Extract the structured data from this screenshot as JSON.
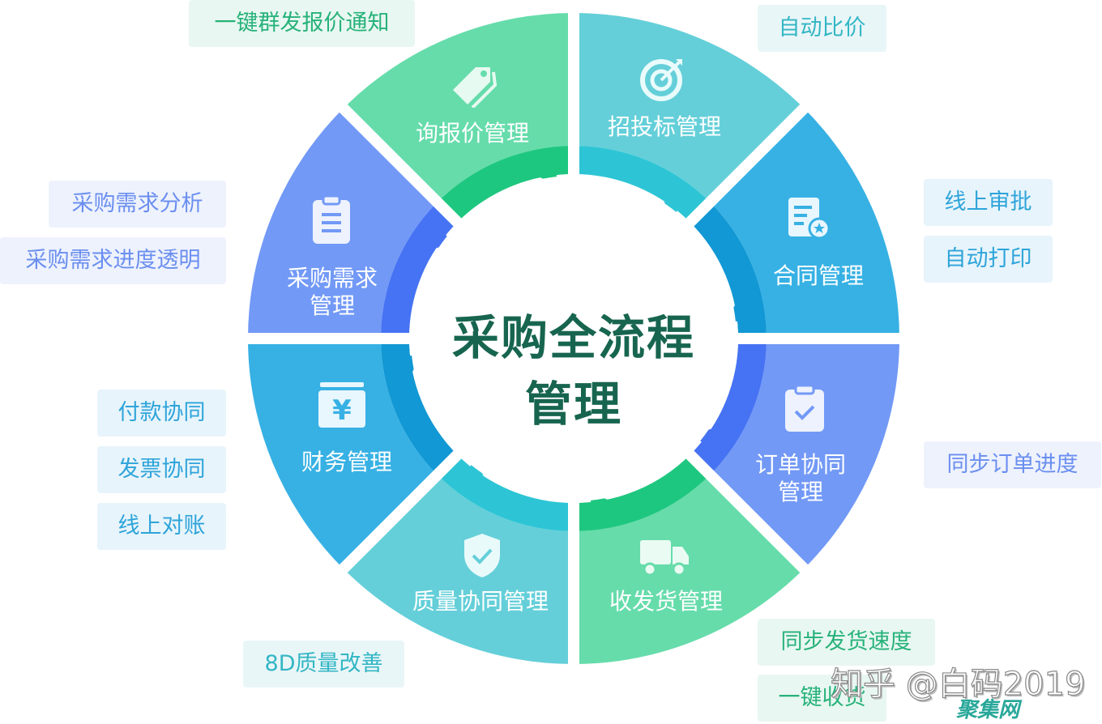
{
  "center": {
    "line1": "采购全流程",
    "line2": "管理"
  },
  "colors": {
    "green": "#66dcab",
    "green_band": "#1ec77f",
    "teal": "#64cfd9",
    "teal_band": "#2dc5d5",
    "blue": "#37b1e4",
    "blue_band": "#1298d4",
    "periwinkle": "#7299f6",
    "periwinkle_band": "#4673f3",
    "title": "#17654f"
  },
  "segments": [
    {
      "label": "招投标管理",
      "color": "teal",
      "icon": "target-icon"
    },
    {
      "label": "合同管理",
      "color": "blue",
      "icon": "contract-icon"
    },
    {
      "label": "订单协同\n管理",
      "color": "periwinkle",
      "icon": "clipboard-check-icon"
    },
    {
      "label": "收发货管理",
      "color": "green",
      "icon": "truck-icon"
    },
    {
      "label": "质量协同管理",
      "color": "teal",
      "icon": "shield-check-icon"
    },
    {
      "label": "财务管理",
      "color": "blue",
      "icon": "yen-icon"
    },
    {
      "label": "采购需求\n管理",
      "color": "periwinkle",
      "icon": "clipboard-list-icon"
    },
    {
      "label": "询报价管理",
      "color": "green",
      "icon": "price-tag-icon"
    }
  ],
  "tags": {
    "quote_notify": "一键群发报价通知",
    "auto_compare": "自动比价",
    "online_approval": "线上审批",
    "auto_print": "自动打印",
    "sync_order": "同步订单进度",
    "sync_shipping": "同步发货速度",
    "one_click_receive": "一键收货",
    "quality_8d": "8D质量改善",
    "payment": "付款协同",
    "invoice": "发票协同",
    "reconcile": "线上对账",
    "demand_analysis": "采购需求分析",
    "demand_progress": "采购需求进度透明"
  },
  "watermark": {
    "text": "知乎 @白码2019",
    "logo": "聚集网"
  }
}
